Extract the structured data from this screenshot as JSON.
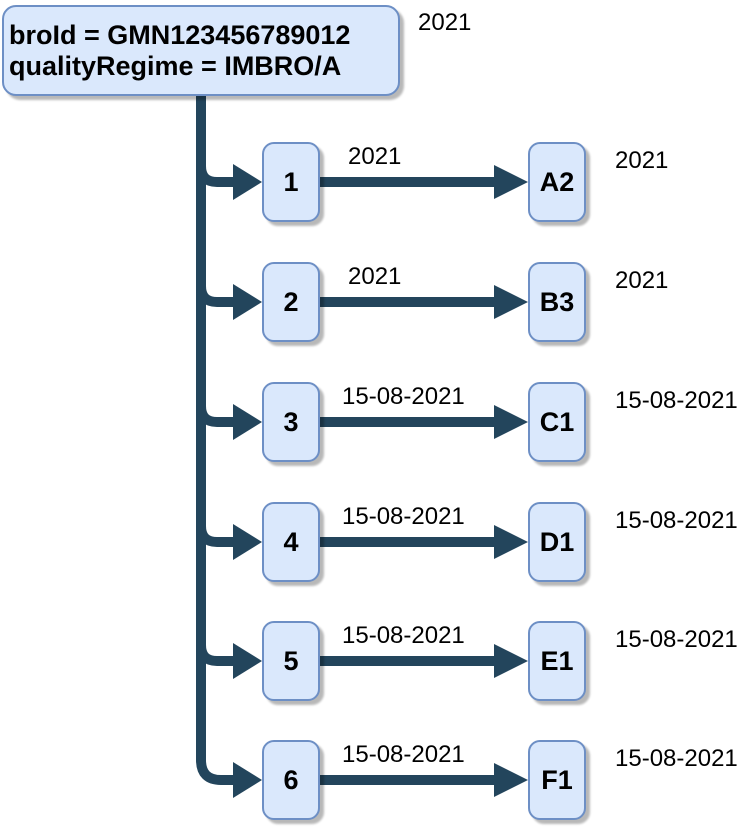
{
  "diagram": {
    "root": {
      "line1": "broId = GMN123456789012",
      "line2": "qualityRegime = IMBRO/A",
      "year_label": "2021"
    },
    "rows": [
      {
        "index": "1",
        "target": "A2",
        "edge_label": "2021",
        "target_label": "2021"
      },
      {
        "index": "2",
        "target": "B3",
        "edge_label": "2021",
        "target_label": "2021"
      },
      {
        "index": "3",
        "target": "C1",
        "edge_label": "15-08-2021",
        "target_label": "15-08-2021"
      },
      {
        "index": "4",
        "target": "D1",
        "edge_label": "15-08-2021",
        "target_label": "15-08-2021"
      },
      {
        "index": "5",
        "target": "E1",
        "edge_label": "15-08-2021",
        "target_label": "15-08-2021"
      },
      {
        "index": "6",
        "target": "F1",
        "edge_label": "15-08-2021",
        "target_label": "15-08-2021"
      }
    ],
    "colors": {
      "connector": "#23455c",
      "node_fill": "#dae8fc",
      "node_border": "#6d8fc5",
      "label_text": "#000000"
    }
  }
}
